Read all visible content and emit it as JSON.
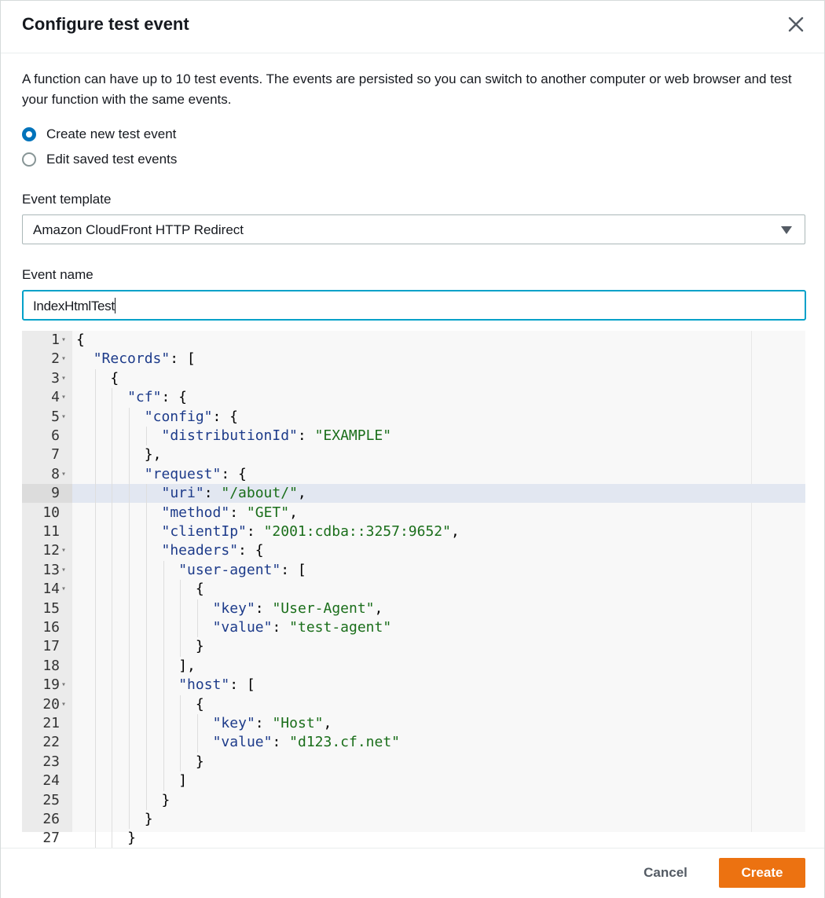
{
  "dialog": {
    "title": "Configure test event",
    "description": "A function can have up to 10 test events. The events are persisted so you can switch to another computer or web browser and test your function with the same events."
  },
  "mode": {
    "options": [
      {
        "label": "Create new test event",
        "selected": true
      },
      {
        "label": "Edit saved test events",
        "selected": false
      }
    ]
  },
  "template": {
    "label": "Event template",
    "selected": "Amazon CloudFront HTTP Redirect"
  },
  "event_name": {
    "label": "Event name",
    "value": "IndexHtmlTest"
  },
  "editor": {
    "active_line": 9,
    "lines": [
      {
        "n": "1",
        "fold": true,
        "indent": 0,
        "tokens": [
          [
            "pun",
            "{"
          ]
        ]
      },
      {
        "n": "2",
        "fold": true,
        "indent": 1,
        "tokens": [
          [
            "key",
            "\"Records\""
          ],
          [
            "pun",
            ": ["
          ]
        ]
      },
      {
        "n": "3",
        "fold": true,
        "indent": 2,
        "tokens": [
          [
            "pun",
            "{"
          ]
        ]
      },
      {
        "n": "4",
        "fold": true,
        "indent": 3,
        "tokens": [
          [
            "key",
            "\"cf\""
          ],
          [
            "pun",
            ": {"
          ]
        ]
      },
      {
        "n": "5",
        "fold": true,
        "indent": 4,
        "tokens": [
          [
            "key",
            "\"config\""
          ],
          [
            "pun",
            ": {"
          ]
        ]
      },
      {
        "n": "6",
        "fold": false,
        "indent": 5,
        "tokens": [
          [
            "key",
            "\"distributionId\""
          ],
          [
            "pun",
            ": "
          ],
          [
            "str",
            "\"EXAMPLE\""
          ]
        ]
      },
      {
        "n": "7",
        "fold": false,
        "indent": 4,
        "tokens": [
          [
            "pun",
            "},"
          ]
        ]
      },
      {
        "n": "8",
        "fold": true,
        "indent": 4,
        "tokens": [
          [
            "key",
            "\"request\""
          ],
          [
            "pun",
            ": {"
          ]
        ]
      },
      {
        "n": "9",
        "fold": false,
        "indent": 5,
        "tokens": [
          [
            "key",
            "\"uri\""
          ],
          [
            "pun",
            ": "
          ],
          [
            "str",
            "\"/about/\""
          ],
          [
            "pun",
            ","
          ]
        ]
      },
      {
        "n": "10",
        "fold": false,
        "indent": 5,
        "tokens": [
          [
            "key",
            "\"method\""
          ],
          [
            "pun",
            ": "
          ],
          [
            "str",
            "\"GET\""
          ],
          [
            "pun",
            ","
          ]
        ]
      },
      {
        "n": "11",
        "fold": false,
        "indent": 5,
        "tokens": [
          [
            "key",
            "\"clientIp\""
          ],
          [
            "pun",
            ": "
          ],
          [
            "str",
            "\"2001:cdba::3257:9652\""
          ],
          [
            "pun",
            ","
          ]
        ]
      },
      {
        "n": "12",
        "fold": true,
        "indent": 5,
        "tokens": [
          [
            "key",
            "\"headers\""
          ],
          [
            "pun",
            ": {"
          ]
        ]
      },
      {
        "n": "13",
        "fold": true,
        "indent": 6,
        "tokens": [
          [
            "key",
            "\"user-agent\""
          ],
          [
            "pun",
            ": ["
          ]
        ]
      },
      {
        "n": "14",
        "fold": true,
        "indent": 7,
        "tokens": [
          [
            "pun",
            "{"
          ]
        ]
      },
      {
        "n": "15",
        "fold": false,
        "indent": 8,
        "tokens": [
          [
            "key",
            "\"key\""
          ],
          [
            "pun",
            ": "
          ],
          [
            "str",
            "\"User-Agent\""
          ],
          [
            "pun",
            ","
          ]
        ]
      },
      {
        "n": "16",
        "fold": false,
        "indent": 8,
        "tokens": [
          [
            "key",
            "\"value\""
          ],
          [
            "pun",
            ": "
          ],
          [
            "str",
            "\"test-agent\""
          ]
        ]
      },
      {
        "n": "17",
        "fold": false,
        "indent": 7,
        "tokens": [
          [
            "pun",
            "}"
          ]
        ]
      },
      {
        "n": "18",
        "fold": false,
        "indent": 6,
        "tokens": [
          [
            "pun",
            "],"
          ]
        ]
      },
      {
        "n": "19",
        "fold": true,
        "indent": 6,
        "tokens": [
          [
            "key",
            "\"host\""
          ],
          [
            "pun",
            ": ["
          ]
        ]
      },
      {
        "n": "20",
        "fold": true,
        "indent": 7,
        "tokens": [
          [
            "pun",
            "{"
          ]
        ]
      },
      {
        "n": "21",
        "fold": false,
        "indent": 8,
        "tokens": [
          [
            "key",
            "\"key\""
          ],
          [
            "pun",
            ": "
          ],
          [
            "str",
            "\"Host\""
          ],
          [
            "pun",
            ","
          ]
        ]
      },
      {
        "n": "22",
        "fold": false,
        "indent": 8,
        "tokens": [
          [
            "key",
            "\"value\""
          ],
          [
            "pun",
            ": "
          ],
          [
            "str",
            "\"d123.cf.net\""
          ]
        ]
      },
      {
        "n": "23",
        "fold": false,
        "indent": 7,
        "tokens": [
          [
            "pun",
            "}"
          ]
        ]
      },
      {
        "n": "24",
        "fold": false,
        "indent": 6,
        "tokens": [
          [
            "pun",
            "]"
          ]
        ]
      },
      {
        "n": "25",
        "fold": false,
        "indent": 5,
        "tokens": [
          [
            "pun",
            "}"
          ]
        ]
      },
      {
        "n": "26",
        "fold": false,
        "indent": 4,
        "tokens": [
          [
            "pun",
            "}"
          ]
        ]
      },
      {
        "n": "27",
        "fold": false,
        "indent": 3,
        "tokens": [
          [
            "pun",
            "}"
          ]
        ]
      }
    ]
  },
  "footer": {
    "cancel_label": "Cancel",
    "create_label": "Create",
    "accent": "#ec7211"
  }
}
